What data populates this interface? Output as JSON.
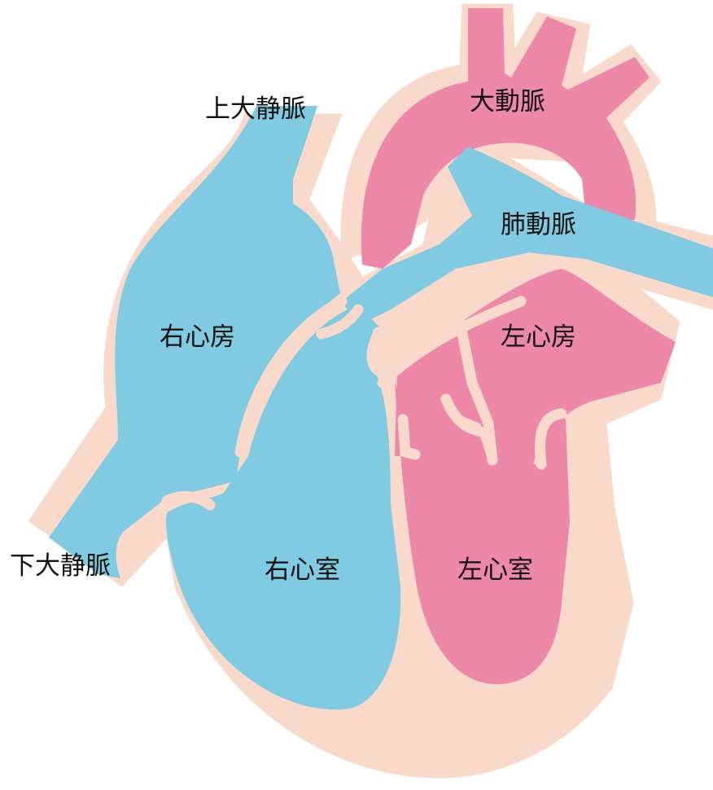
{
  "colors": {
    "tissue": "#f9d9ca",
    "venous_blood": "#80cae2",
    "arterial_blood": "#ee88a8",
    "text": "#111111",
    "background": "#ffffff"
  },
  "labels": {
    "superior_vena_cava": "上大静脈",
    "aorta": "大動脈",
    "pulmonary_artery": "肺動脈",
    "right_atrium": "右心房",
    "left_atrium": "左心房",
    "inferior_vena_cava": "下大静脈",
    "right_ventricle": "右心室",
    "left_ventricle": "左心室"
  }
}
